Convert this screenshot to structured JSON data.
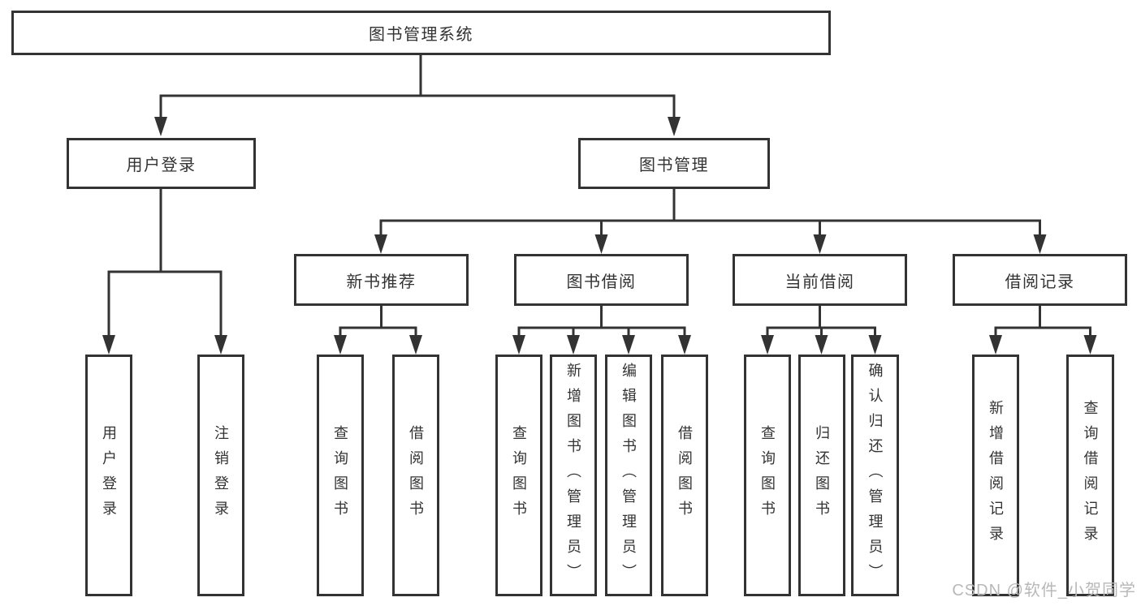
{
  "type": "hierarchy-tree-diagram",
  "tree": {
    "label": "图书管理系统",
    "children": [
      {
        "label": "用户登录",
        "children": [
          {
            "label": "用户登录"
          },
          {
            "label": "注销登录"
          }
        ]
      },
      {
        "label": "图书管理",
        "children": [
          {
            "label": "新书推荐",
            "children": [
              {
                "label": "查询图书"
              },
              {
                "label": "借阅图书"
              }
            ]
          },
          {
            "label": "图书借阅",
            "children": [
              {
                "label": "查询图书"
              },
              {
                "label": "新增图书（管理员）"
              },
              {
                "label": "编辑图书（管理员）"
              },
              {
                "label": "借阅图书"
              }
            ]
          },
          {
            "label": "当前借阅",
            "children": [
              {
                "label": "查询图书"
              },
              {
                "label": "归还图书"
              },
              {
                "label": "确认归还（管理员）"
              }
            ]
          },
          {
            "label": "借阅记录",
            "children": [
              {
                "label": "新增借阅记录"
              },
              {
                "label": "查询借阅记录"
              }
            ]
          }
        ]
      }
    ]
  },
  "watermark": {
    "text": "CSDN @软件_小贺同学"
  },
  "colors": {
    "line": "#333333",
    "text": "#333333",
    "watermark": "#b8b8b8",
    "background": "#ffffff"
  }
}
